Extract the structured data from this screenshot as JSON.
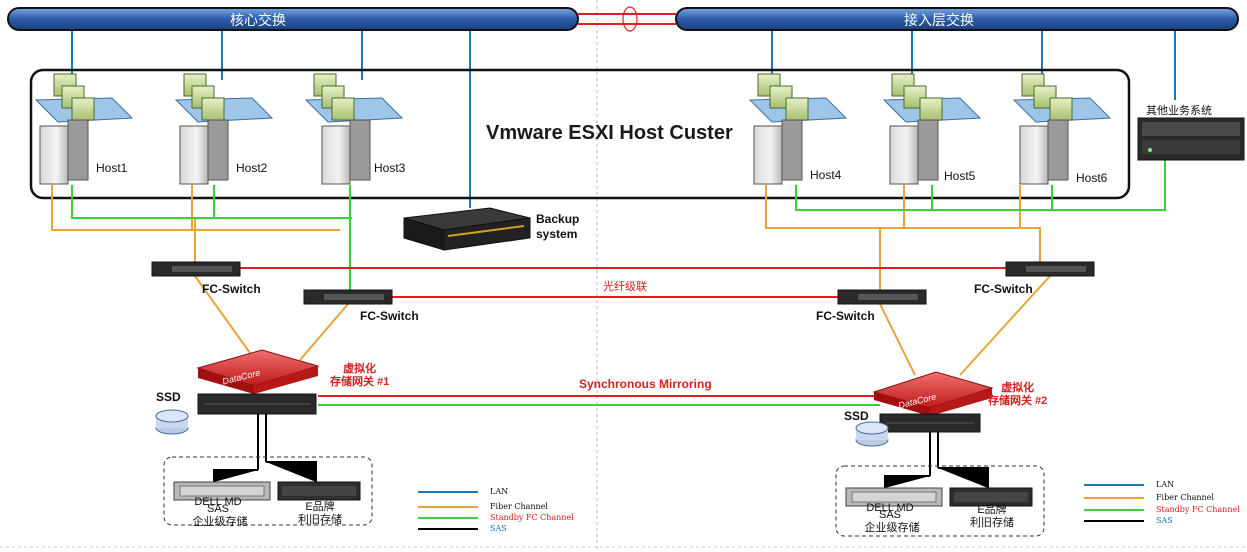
{
  "buses": {
    "core": "核心交换",
    "access": "接入层交换"
  },
  "cluster_title": "Vmware ESXI Host Custer",
  "hosts": [
    "Host1",
    "Host2",
    "Host3",
    "Host4",
    "Host5",
    "Host6"
  ],
  "other_system": "其他业务系统",
  "backup": {
    "line1": "Backup",
    "line2": "system"
  },
  "fc_switch_label": "FC-Switch",
  "fiber_cascade": "光纤级联",
  "sync_mirroring": "Synchronous Mirroring",
  "gateways": [
    {
      "line1": "虚拟化",
      "line2": "存储网关 #1"
    },
    {
      "line1": "虚拟化",
      "line2": "存储网关 #2"
    }
  ],
  "ssd_label": "SSD",
  "datacore_logo": "DataCore",
  "storage": {
    "sas_brand_partial": "DELL MD",
    "sas_line": "SAS",
    "sas_desc": "企业级存储",
    "legacy_line1": "E品牌",
    "legacy_line2": "利旧存储"
  },
  "legend": [
    {
      "label": "LAN",
      "color": "#1f77b4"
    },
    {
      "label": "Fiber Channel",
      "color": "#e8a33c"
    },
    {
      "label": "Standby FC Channel",
      "color": "#3ccf3c"
    },
    {
      "label": "SAS",
      "color": "#000000"
    }
  ],
  "colors": {
    "lan": "#1f77b4",
    "fiber": "#e8a33c",
    "standby": "#3ccf3c",
    "sas": "#000000",
    "red_link": "#e02020",
    "bus_fill": "#2c5a9c"
  }
}
